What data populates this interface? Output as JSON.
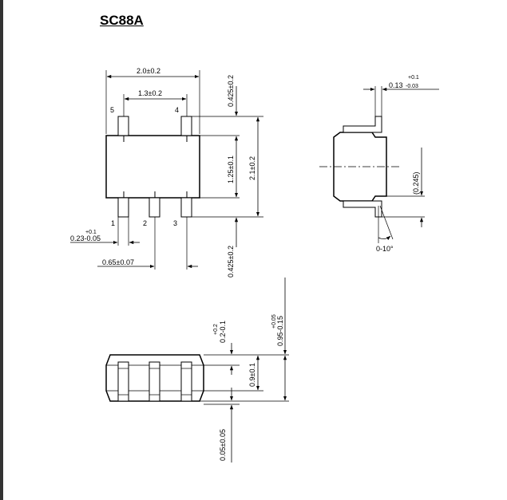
{
  "title": "SC88A",
  "top_view": {
    "width_overall": "2.0±0.2",
    "pin_pitch_outer": "1.3±0.2",
    "lead_length_top": "0.425±0.2",
    "body_height": "1.25±0.1",
    "height_overall": "2.1±0.2",
    "lead_length_bottom": "0.425±0.2",
    "lead_width_tol": "+0.1",
    "lead_width": "0.23-0.05",
    "pin_pitch": "0.65±0.07",
    "pins": [
      "5",
      "4",
      "1",
      "2",
      "3"
    ]
  },
  "side_view": {
    "lead_thickness_tol_plus": "+0.1",
    "lead_thickness": "0.13",
    "lead_thickness_tol_minus": "-0.03",
    "foot_height": "(0.245)",
    "foot_angle": "0-10°"
  },
  "front_view": {
    "standoff_tol_plus": "+0.2",
    "standoff": "0.2-0.1",
    "body_thickness": "0.9±0.1",
    "height_tol_plus": "+0.05",
    "height": "0.95-0.15",
    "bottom_gap": "0.05±0.05"
  }
}
